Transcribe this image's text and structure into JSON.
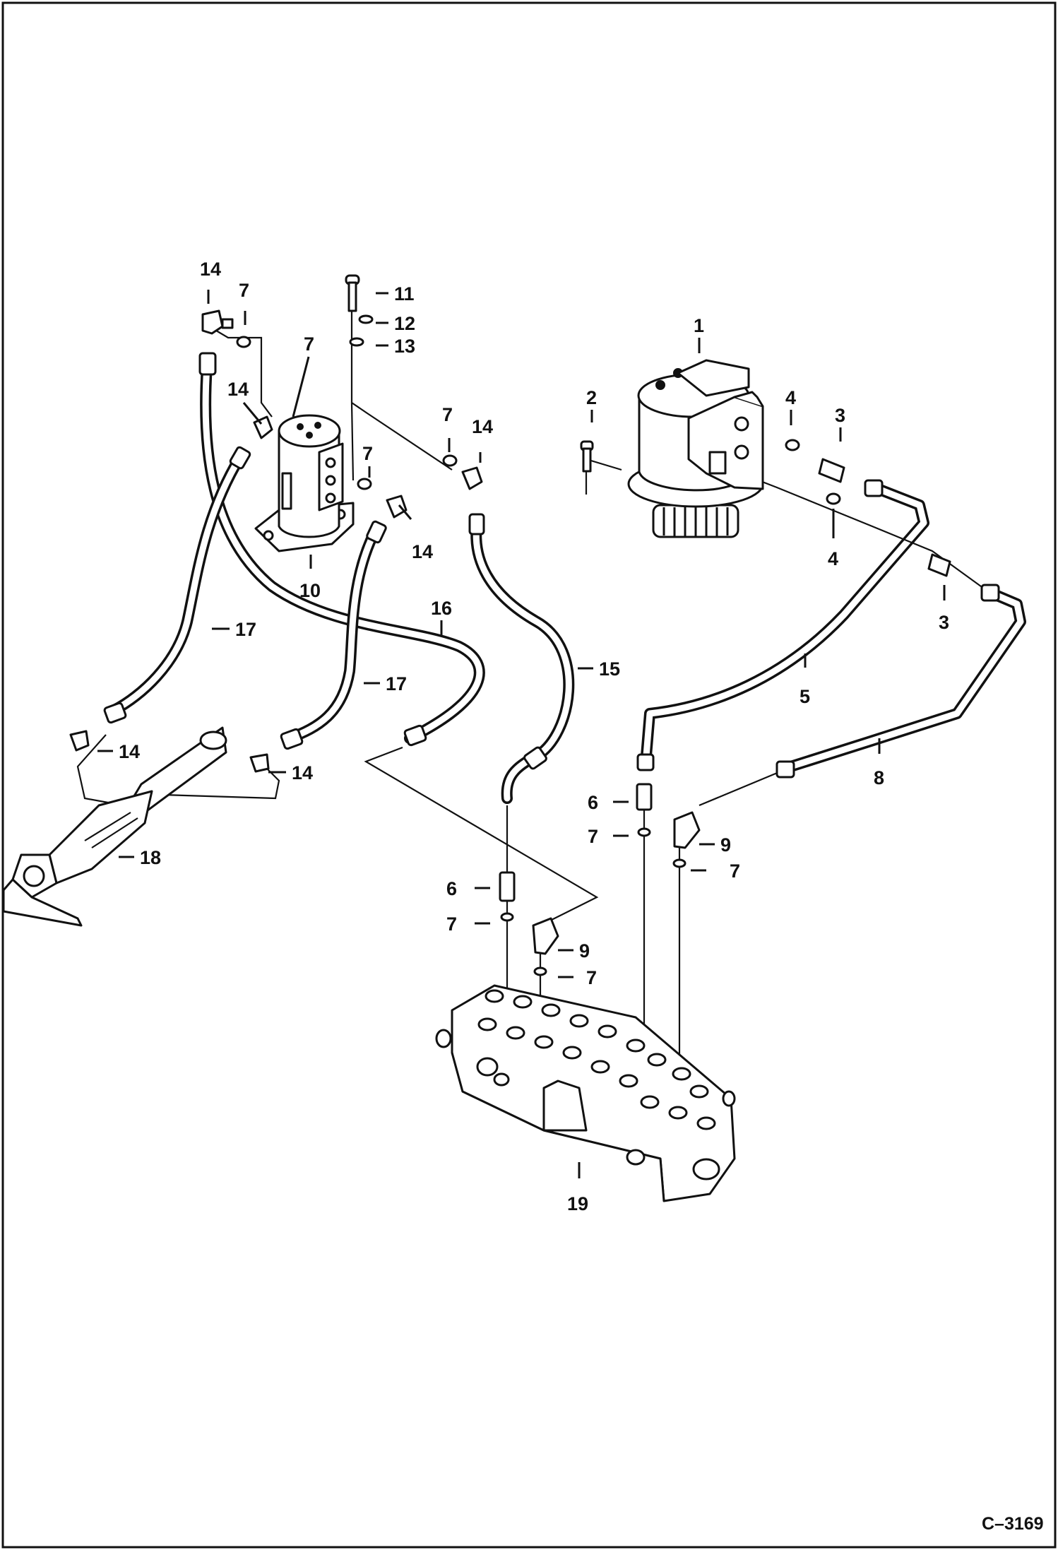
{
  "figure_ref": "C–3169",
  "callouts": {
    "c1": "1",
    "c2": "2",
    "c3a": "3",
    "c3b": "3",
    "c4a": "4",
    "c4b": "4",
    "c5": "5",
    "c6a": "6",
    "c6b": "6",
    "c7a": "7",
    "c7b": "7",
    "c7c": "7",
    "c7d": "7",
    "c7e": "7",
    "c7f": "7",
    "c7g": "7",
    "c7h": "7",
    "c8": "8",
    "c9a": "9",
    "c9b": "9",
    "c10": "10",
    "c11": "11",
    "c12": "12",
    "c13": "13",
    "c14a": "14",
    "c14b": "14",
    "c14c": "14",
    "c14d": "14",
    "c14e": "14",
    "c14f": "14",
    "c15": "15",
    "c16": "16",
    "c17a": "17",
    "c17b": "17",
    "c18": "18",
    "c19": "19"
  }
}
